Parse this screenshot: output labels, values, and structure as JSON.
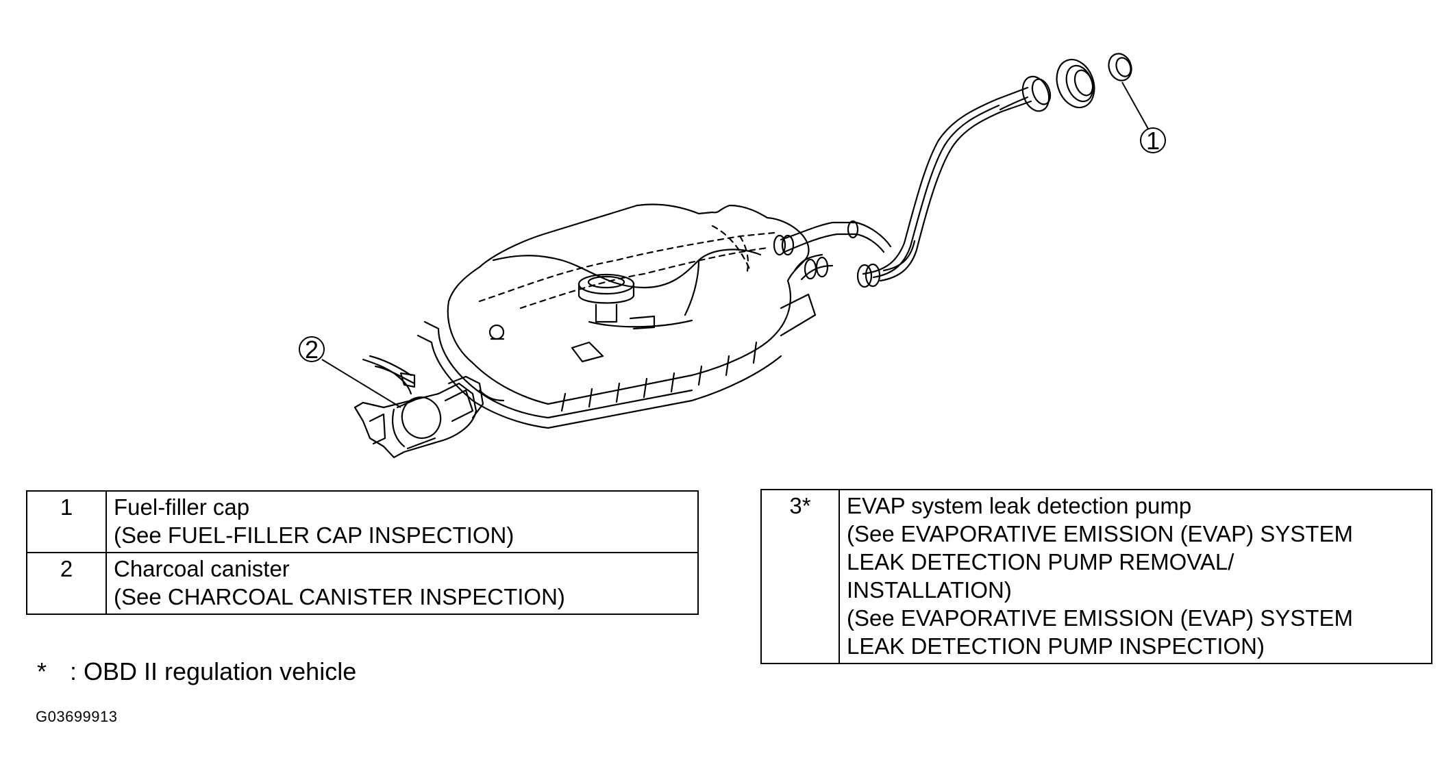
{
  "diagram": {
    "callouts": [
      {
        "number": "1",
        "part": "fuel-filler-cap"
      },
      {
        "number": "2",
        "part": "charcoal-canister"
      }
    ]
  },
  "legend_left": {
    "rows": [
      {
        "number": "1",
        "lines": [
          "Fuel-filler cap",
          "(See FUEL-FILLER CAP INSPECTION)"
        ]
      },
      {
        "number": "2",
        "lines": [
          "Charcoal canister",
          "(See CHARCOAL CANISTER INSPECTION)"
        ]
      }
    ]
  },
  "legend_right": {
    "rows": [
      {
        "number": "3*",
        "lines": [
          "EVAP system leak detection pump",
          "(See EVAPORATIVE EMISSION (EVAP) SYSTEM",
          "LEAK DETECTION PUMP REMOVAL/",
          "INSTALLATION)",
          "(See EVAPORATIVE EMISSION (EVAP) SYSTEM",
          "LEAK DETECTION PUMP INSPECTION)"
        ]
      }
    ]
  },
  "footnote": {
    "symbol": "*",
    "text": ": OBD II regulation vehicle"
  },
  "figure_id": "G03699913"
}
